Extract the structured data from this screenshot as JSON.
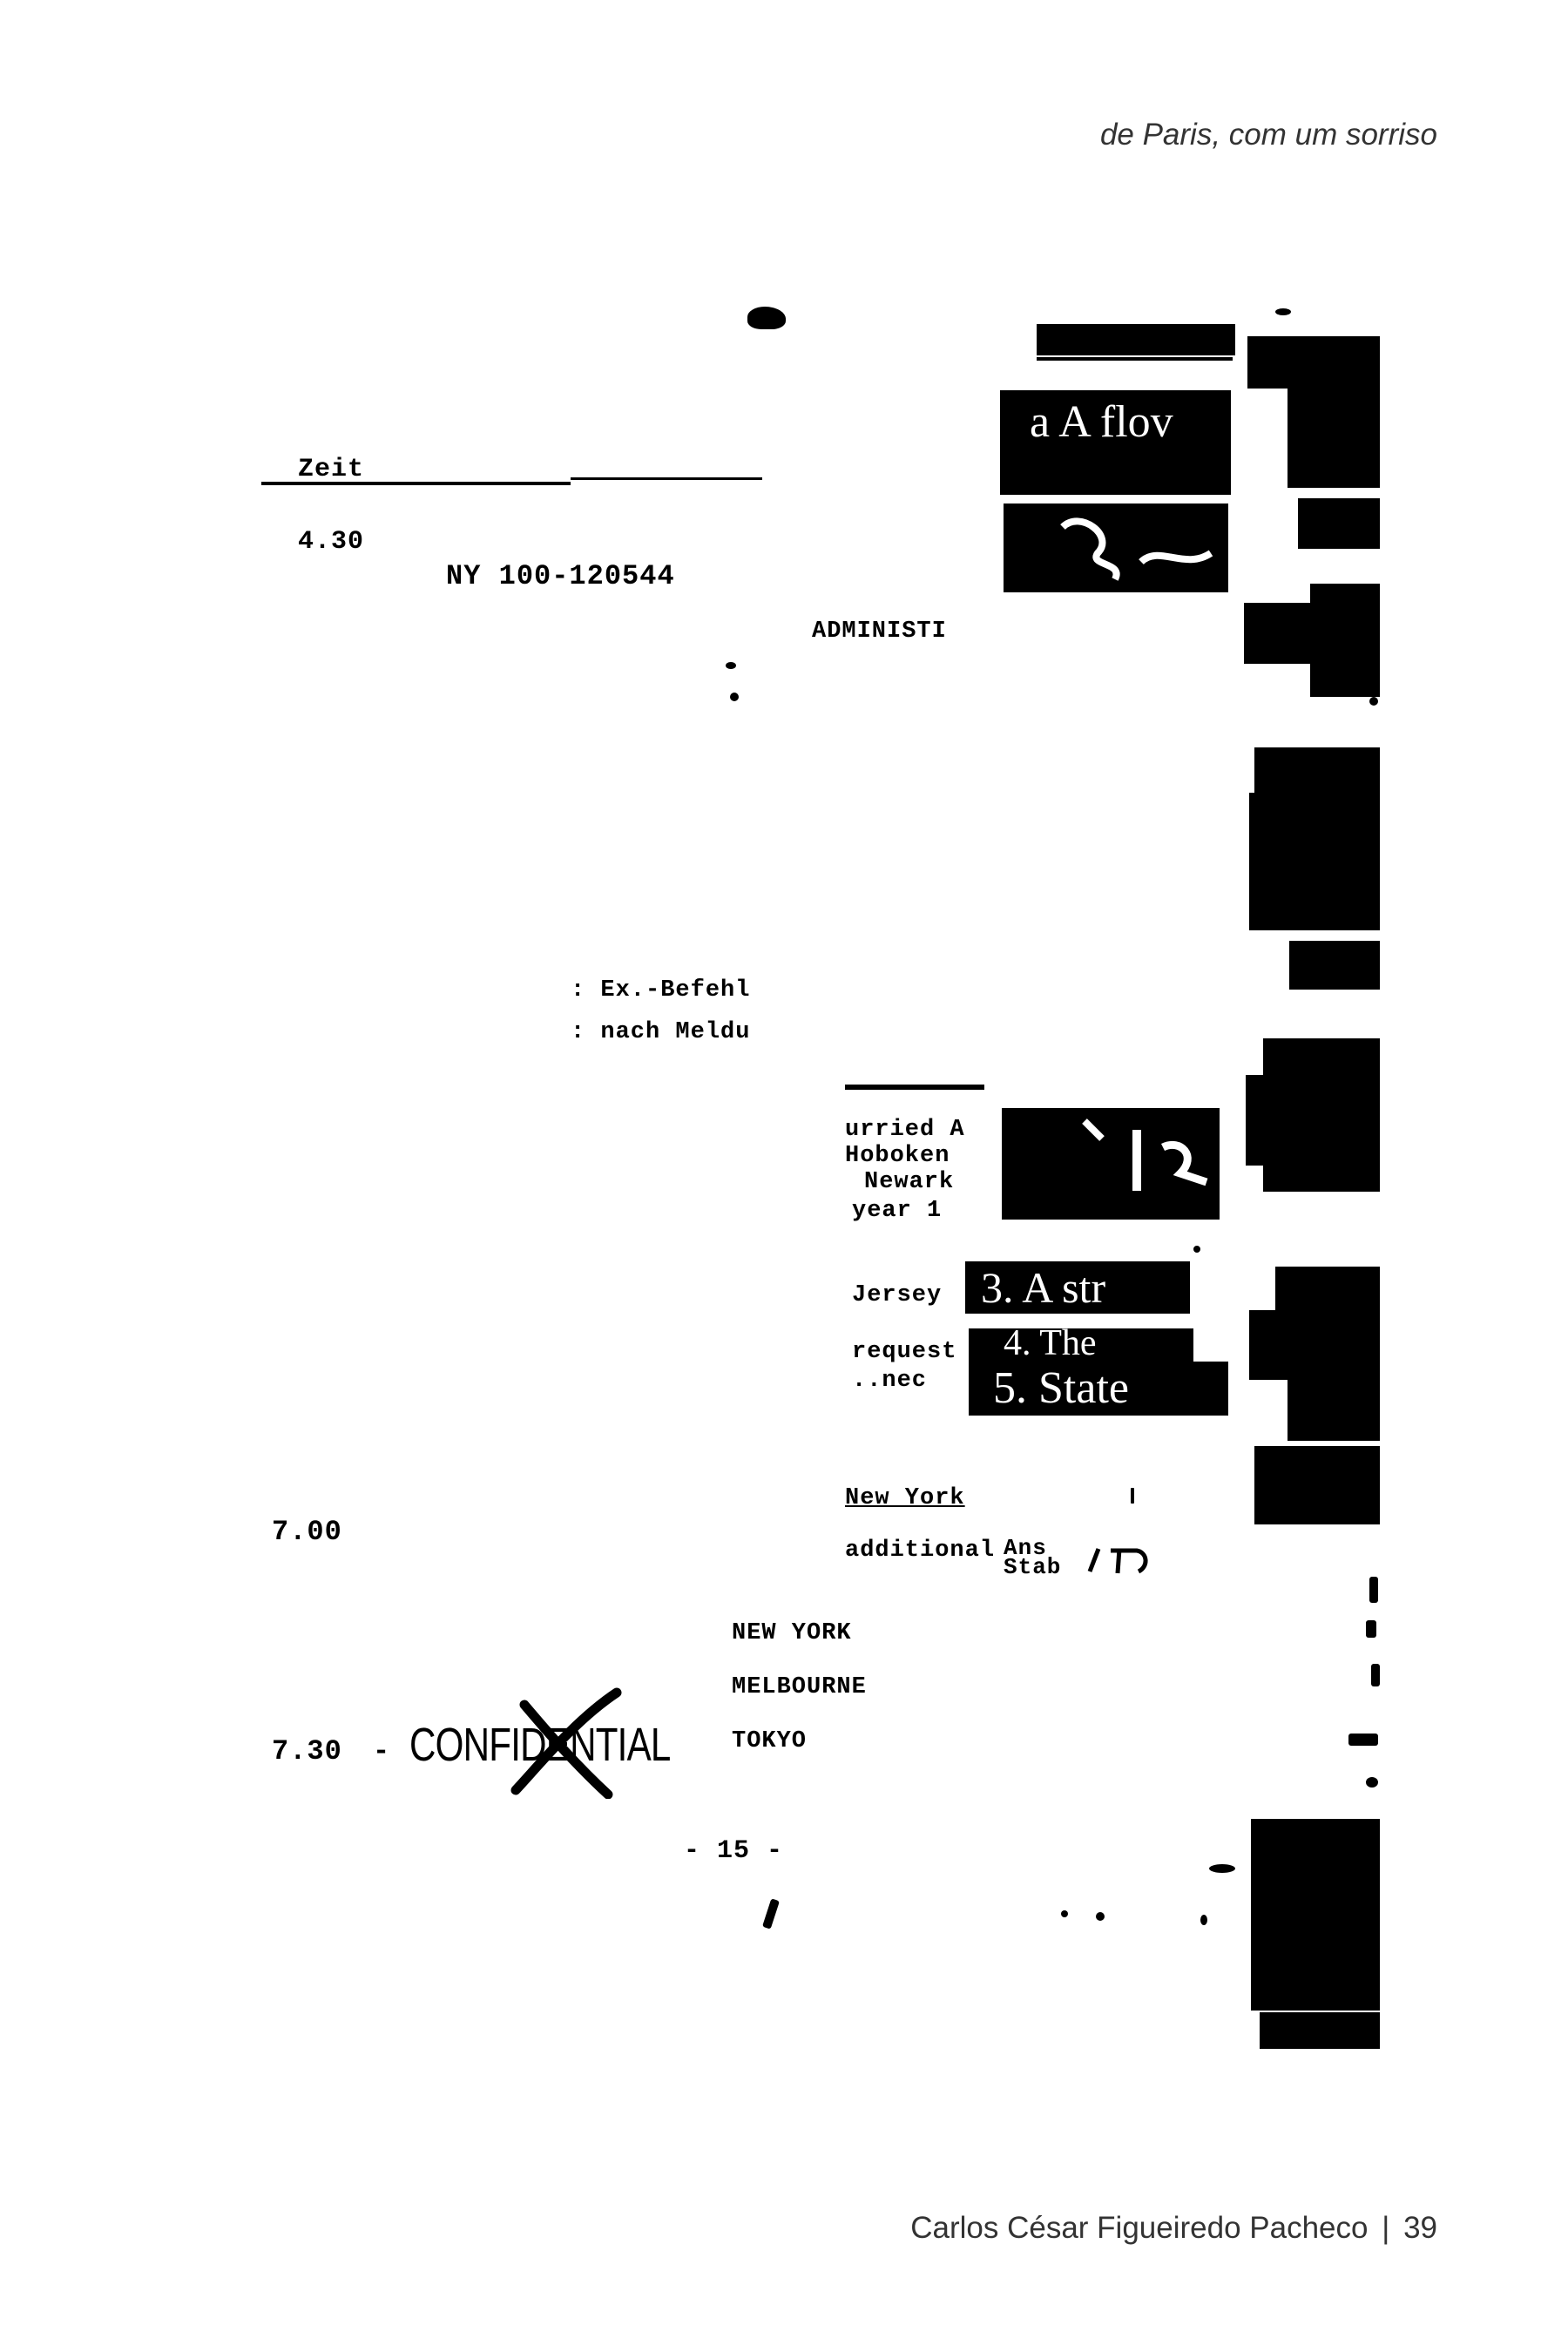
{
  "header": {
    "running_title": "de Paris, com um sorriso"
  },
  "footer": {
    "author": "Carlos César Figueiredo Pacheco",
    "separator": "|",
    "page_number": "39"
  },
  "collage": {
    "left_document": {
      "column_heading": "Zeit",
      "time_1": "4.30",
      "file_number": "NY 100-120544",
      "line_ex_befehl": ": Ex.-Befehl",
      "line_nach_meldung": ": nach Meldu",
      "time_2": "7.00",
      "time_3": "7.30",
      "dash": "-",
      "stamp": "CONFIDENTIAL",
      "cities": [
        "NEW YORK",
        "MELBOURNE",
        "TOKYO"
      ],
      "page_marker": "- 15 -"
    },
    "middle_document": {
      "administ": "ADMINISTI",
      "lines": [
        "urried A",
        "Hoboken",
        "Newark",
        "year 1"
      ],
      "jersey": "Jersey",
      "request_lines": [
        "request",
        "..nec"
      ],
      "new_york": "New York",
      "additional": "additional",
      "initials": "Ans Stab"
    },
    "reversed_fragments": {
      "a_flow": "a A flov",
      "item_3": "3. A str",
      "item_4": "4. The",
      "item_5": "5. State"
    }
  }
}
